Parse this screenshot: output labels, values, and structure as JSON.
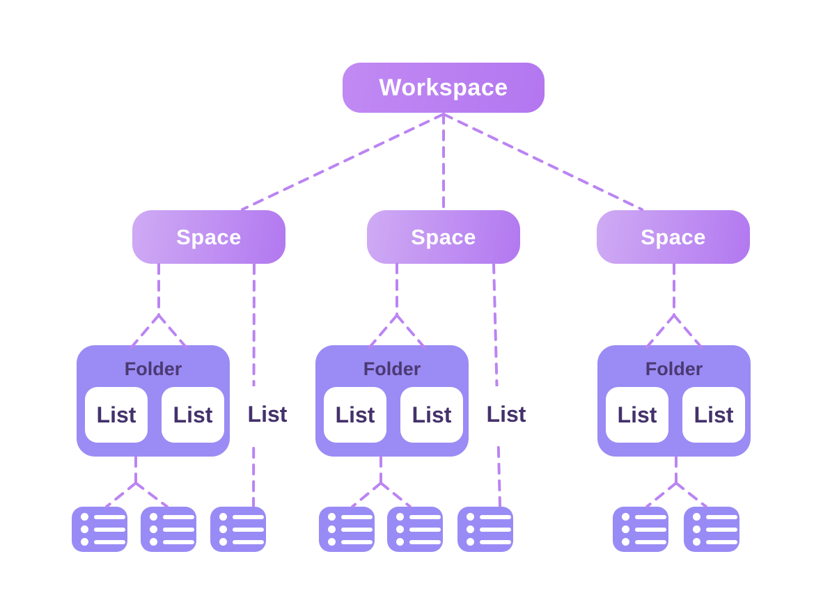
{
  "diagram": {
    "type": "hierarchy-diagram",
    "description": "Workspace hierarchy: a Workspace contains Spaces; Spaces contain Folders and Lists; Folders contain Lists; Lists contain tasks",
    "labels": {
      "workspace": "Workspace",
      "space": "Space",
      "folder": "Folder",
      "list": "List"
    },
    "structure": {
      "workspace_children": 3,
      "groups": [
        {
          "space": "Space",
          "folder_lists": 2,
          "standalone_lists": 1,
          "task_cards": 3
        },
        {
          "space": "Space",
          "folder_lists": 2,
          "standalone_lists": 1,
          "task_cards": 3
        },
        {
          "space": "Space",
          "folder_lists": 2,
          "standalone_lists": 0,
          "task_cards": 2
        }
      ]
    },
    "colors": {
      "background": "#ffffff",
      "workspace_fill_start": "#c18af3",
      "workspace_fill_end": "#b376f0",
      "space_fill_start": "#cfabf4",
      "space_fill_end": "#b278f0",
      "folder_fill": "#9b8bf4",
      "folder_text": "#4a3a72",
      "list_fill": "#ffffff",
      "list_text": "#44316b",
      "task_fill": "#998bf5",
      "connector": "#bb84f2",
      "node_text": "#ffffff"
    }
  }
}
